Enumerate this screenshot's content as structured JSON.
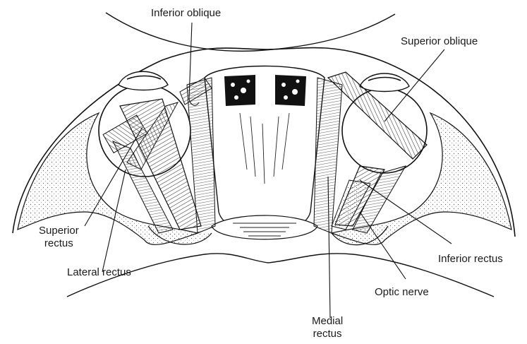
{
  "figure": {
    "labels": {
      "inferior_oblique": "Inferior oblique",
      "superior_oblique": "Superior oblique",
      "superior_rectus_1": "Superior",
      "superior_rectus_2": "rectus",
      "lateral_rectus": "Lateral rectus",
      "medial_rectus_1": "Medial",
      "medial_rectus_2": "rectus",
      "inferior_rectus": "Inferior rectus",
      "optic_nerve": "Optic nerve"
    }
  }
}
